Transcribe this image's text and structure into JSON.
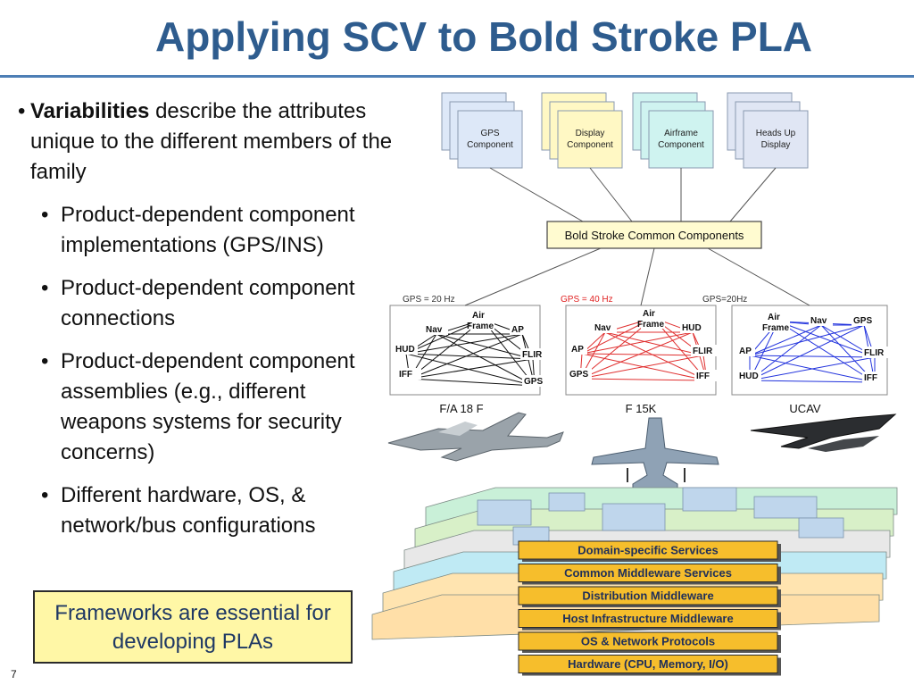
{
  "title": "Applying SCV to Bold Stroke PLA",
  "bullets": {
    "main_bold": "Variabilities",
    "main_rest": " describe the attributes unique to the different members of the family",
    "sub": [
      "Product-dependent component implementations (GPS/INS)",
      "Product-dependent component connections",
      "Product-dependent component assemblies (e.g., different weapons systems for security concerns)",
      "Different hardware, OS, & network/bus configurations"
    ]
  },
  "callout": "Frameworks are essential for developing PLAs",
  "page_number": "7",
  "components": [
    {
      "line1": "GPS",
      "line2": "Component",
      "color": "#DDE8F8"
    },
    {
      "line1": "Display",
      "line2": "Component",
      "color": "#FFF8C4"
    },
    {
      "line1": "Airframe",
      "line2": "Component",
      "color": "#CFF3F0"
    },
    {
      "line1": "Heads Up",
      "line2": "Display",
      "color": "#E0E6F4"
    }
  ],
  "common_components": "Bold Stroke Common Components",
  "products": [
    {
      "gps_label": "GPS = 20 Hz",
      "gps_color": "#333333",
      "line_color": "#111111",
      "name": "F/A 18 F",
      "nodes": [
        {
          "t1": "Air",
          "t2": "Frame"
        },
        {
          "t1": "Nav"
        },
        {
          "t1": "AP"
        },
        {
          "t1": "HUD"
        },
        {
          "t1": "FLIR"
        },
        {
          "t1": "IFF"
        },
        {
          "t1": "GPS"
        }
      ]
    },
    {
      "gps_label": "GPS = 40 Hz",
      "gps_color": "#E02020",
      "line_color": "#E03030",
      "name": "F 15K",
      "nodes": [
        {
          "t1": "Air",
          "t2": "Frame"
        },
        {
          "t1": "Nav"
        },
        {
          "t1": "HUD"
        },
        {
          "t1": "AP"
        },
        {
          "t1": "FLIR"
        },
        {
          "t1": "GPS"
        },
        {
          "t1": "IFF"
        }
      ]
    },
    {
      "gps_label": "GPS=20Hz",
      "gps_color": "#333333",
      "line_color": "#2233DD",
      "name": "UCAV",
      "nodes": [
        {
          "t1": "Air",
          "t2": "Frame"
        },
        {
          "t1": "Nav"
        },
        {
          "t1": "GPS"
        },
        {
          "t1": "AP"
        },
        {
          "t1": "FLIR"
        },
        {
          "t1": "HUD"
        },
        {
          "t1": "IFF"
        }
      ]
    }
  ],
  "layers": [
    "Domain-specific Services",
    "Common Middleware Services",
    "Distribution Middleware",
    "Host Infrastructure Middleware",
    "OS & Network Protocols",
    "Hardware (CPU, Memory, I/O)"
  ]
}
